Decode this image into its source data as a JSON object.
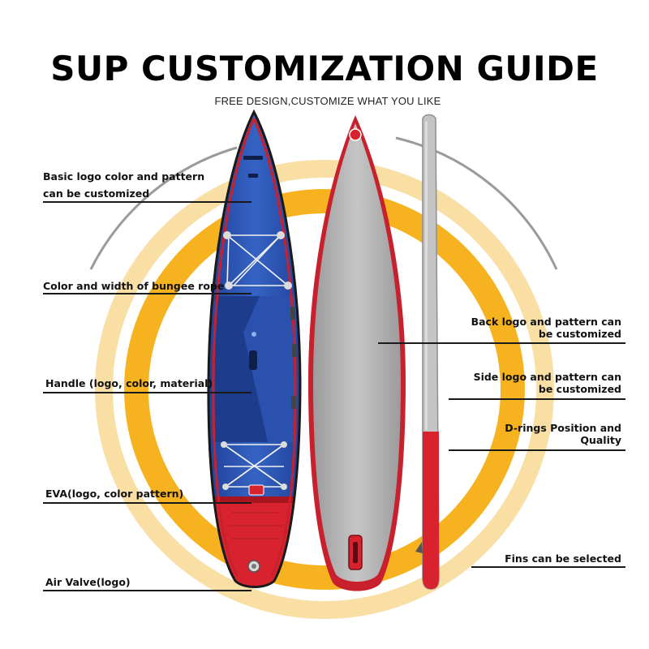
{
  "header": {
    "title": "SUP CUSTOMIZATION GUIDE",
    "subtitle": "FREE DESIGN,CUSTOMIZE WHAT YOU LIKE"
  },
  "left_callouts": [
    {
      "line1": "Basic logo color and pattern",
      "line2": "can be customized"
    },
    {
      "line1": "Color and width of bungee rope"
    },
    {
      "line1": "Handle (logo, color, material)"
    },
    {
      "line1": "EVA(logo, color pattern)"
    },
    {
      "line1": "Air Valve(logo)"
    }
  ],
  "right_callouts": [
    {
      "line1": "Back logo and pattern can",
      "line2": "be customized"
    },
    {
      "line1": "Side logo and pattern can",
      "line2": "be customized"
    },
    {
      "line1": "D-rings Position and",
      "line2": "Quality"
    },
    {
      "line1": "Fins can be selected"
    }
  ],
  "colors": {
    "ring_orange": "#F7B21F",
    "ring_light": "#F9DFA4",
    "arc_gray": "#9A9A9A",
    "board_blue": "#2E57B4",
    "board_navy": "#1E3C8C",
    "board_red": "#D8232F",
    "board_gray": "#BDBDBD"
  },
  "icons": [
    "board-logo-icon",
    "air-valve-icon",
    "d-ring-icon",
    "fin-icon",
    "handle-icon"
  ]
}
